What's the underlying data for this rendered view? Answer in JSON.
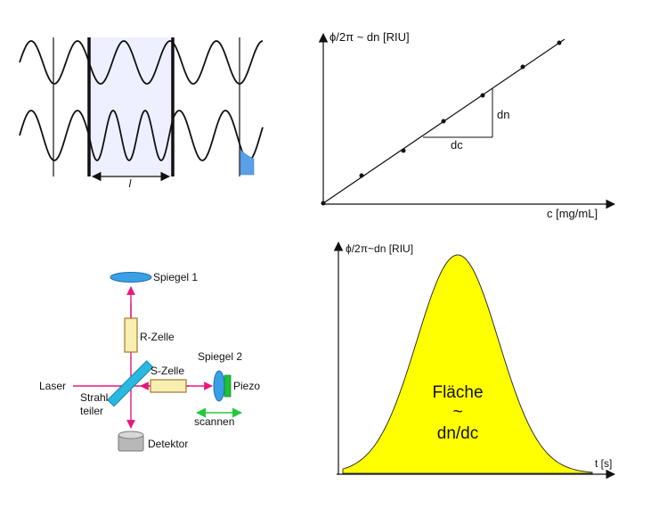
{
  "waves_panel": {
    "length_label": "l",
    "highlight_color": "#5aa0e8",
    "cell_fill": "#eef0ff"
  },
  "calibration_plot": {
    "ylabel": "ϕ/2π ~ dn [RIU]",
    "xlabel": "c [mg/mL]",
    "dn_label": "dn",
    "dc_label": "dc"
  },
  "interferometer": {
    "labels": {
      "spiegel1": "Spiegel 1",
      "r_zelle": "R-Zelle",
      "spiegel2": "Spiegel 2",
      "s_zelle": "S-Zelle",
      "laser": "Laser",
      "strahl": "Strahl",
      "teiler": "teiler",
      "piezo": "Piezo",
      "scannen": "scannen",
      "detektor": "Detektor"
    },
    "colors": {
      "beam": "#e8167d",
      "mirror": "#3aa0e6",
      "splitter": "#29b8e0",
      "cell_fill": "#f8eeb0",
      "cell_stroke": "#a07830",
      "piezo": "#1fbf3a",
      "scan_arrow": "#25c840",
      "detector": "#b8b8b8"
    }
  },
  "chart_data": {
    "type": "area",
    "ylabel": "ϕ/2π~dn [RIU]",
    "xlabel": "t [s]",
    "area_text": [
      "Fläche",
      "~",
      "dn/dc"
    ],
    "curve": "gaussian peak",
    "fill_color": "#ffff00",
    "outline_color": "#333333"
  }
}
